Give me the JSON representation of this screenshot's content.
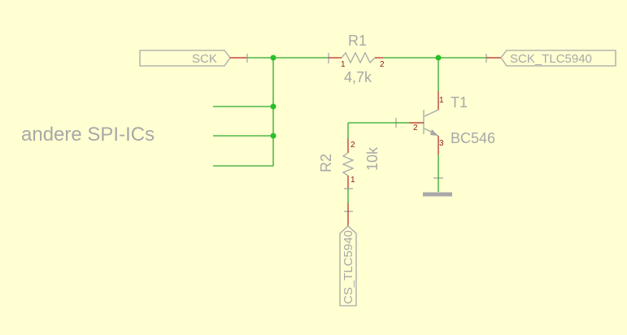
{
  "colors": {
    "background": "#ffffd2",
    "wire": "#2fa82f",
    "pin": "#b02323",
    "component": "#a8a8a8",
    "junction": "#27c127"
  },
  "labels": {
    "sck_port": "SCK",
    "sck_tlc_port": "SCK_TLC5940",
    "cs_tlc_port": "CS_TLC5940",
    "other_ics": "andere SPI-ICs"
  },
  "r1": {
    "name": "R1",
    "value": "4,7k",
    "pin1": "1",
    "pin2": "2"
  },
  "r2": {
    "name": "R2",
    "value": "10k",
    "pin1": "1",
    "pin2": "2"
  },
  "t1": {
    "name": "T1",
    "value": "BC546",
    "pin1": "1",
    "pin2": "2",
    "pin3": "3"
  },
  "icons": [
    "ground-symbol-icon",
    "npn-transistor-icon",
    "resistor-icon"
  ]
}
